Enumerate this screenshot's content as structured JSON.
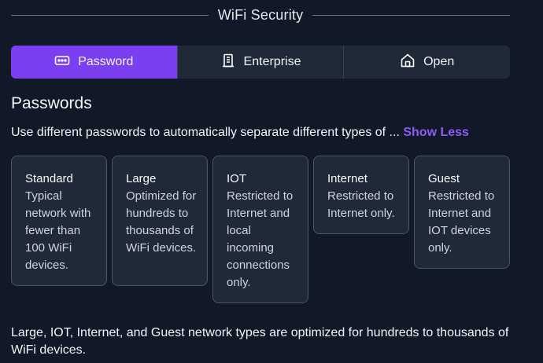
{
  "header": {
    "title": "WiFi Security"
  },
  "tabs": [
    {
      "label": "Password",
      "icon": "password-dots-icon",
      "active": true
    },
    {
      "label": "Enterprise",
      "icon": "building-icon",
      "active": false
    },
    {
      "label": "Open",
      "icon": "home-icon",
      "active": false
    }
  ],
  "passwords": {
    "title": "Passwords",
    "description": "Use different passwords to automatically separate different types of ...",
    "show_less": "Show Less"
  },
  "cards": [
    {
      "name": "Standard",
      "text": "Typical network with fewer than 100 WiFi devices."
    },
    {
      "name": "Large",
      "text": "Optimized for hundreds to thousands of WiFi devices."
    },
    {
      "name": "IOT",
      "text": "Restricted to Internet and local incoming connections only."
    },
    {
      "name": "Internet",
      "text": "Restricted to Internet only."
    },
    {
      "name": "Guest",
      "text": "Restricted to Internet and IOT devices only."
    }
  ],
  "footer": {
    "text": "Large, IOT, Internet, and Guest network types are optimized for hundreds to thousands of WiFi devices."
  },
  "colors": {
    "accent": "#7b3ff2",
    "link": "#8b5cf6",
    "background": "#111827",
    "card": "#1f2937"
  }
}
